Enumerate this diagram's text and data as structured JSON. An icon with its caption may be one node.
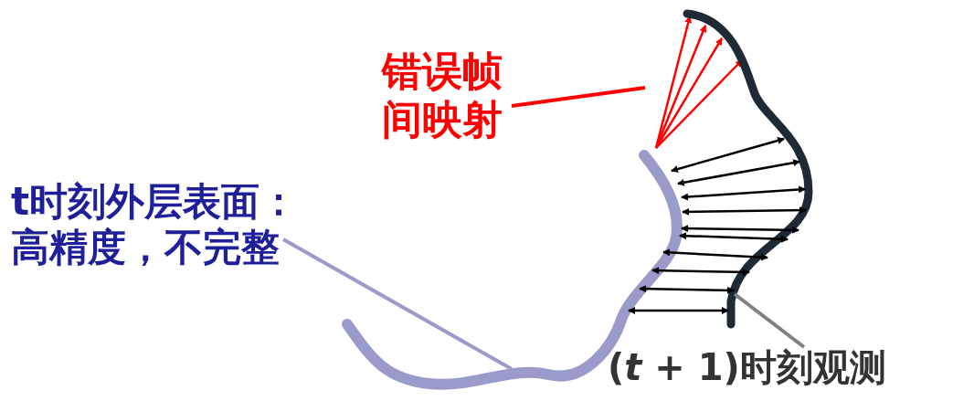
{
  "diagram": {
    "nodes": [
      {
        "text": [
          "错误帧间映射"
        ]
      },
      {
        "text": [],
        "shape": "arrow"
      },
      {
        "text": [
          "t时刻外层表面：高精度，不完整"
        ]
      },
      {
        "text": [],
        "shape": "curve"
      },
      {
        "text": [
          "(*t* + 1)时刻观测"
        ]
      },
      {
        "text": [],
        "shape": "curve"
      }
    ],
    "edges": [
      {
        "from": 0,
        "to": 1,
        "arrow": "none",
        "color": "#ff0000"
      },
      {
        "from": 2,
        "to": 3,
        "arrow": "none",
        "color": "#9b9bcb"
      },
      {
        "from": 4,
        "to": 5,
        "arrow": "none",
        "color": "#808080"
      },
      {
        "from": 3,
        "to": 5,
        "arrow": "both"
      },
      {
        "from": 3,
        "to": 5,
        "arrow": "both"
      },
      {
        "from": 3,
        "to": 5,
        "arrow": "both"
      },
      {
        "from": 3,
        "to": 5,
        "arrow": "both"
      },
      {
        "from": 3,
        "to": 5,
        "arrow": "both"
      },
      {
        "from": 3,
        "to": 5,
        "arrow": "both"
      },
      {
        "from": 3,
        "to": 5,
        "arrow": "both"
      },
      {
        "from": 3,
        "to": 5,
        "arrow": "both"
      },
      {
        "from": 3,
        "to": 5,
        "arrow": "both"
      },
      {
        "from": 3,
        "to": 5,
        "arrow": "both"
      }
    ]
  }
}
